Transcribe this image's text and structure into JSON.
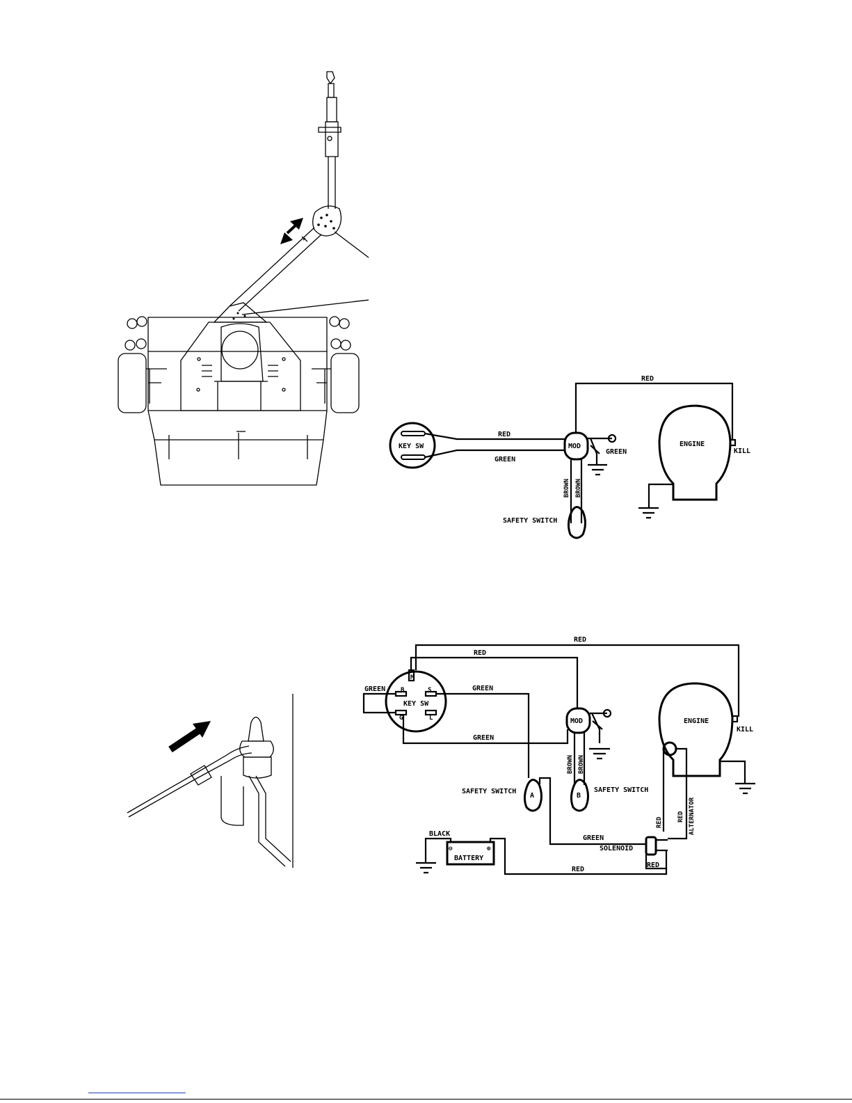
{
  "diagram1": {
    "components": {
      "key_switch": "KEY SW",
      "mod": "MOD",
      "engine": "ENGINE",
      "kill": "KILL",
      "safety_switch": "SAFETY SWITCH"
    },
    "wires": {
      "red_top": "RED",
      "red_key": "RED",
      "green_key": "GREEN",
      "green_mod": "GREEN",
      "brown_1": "BROWN",
      "brown_2": "BROWN"
    }
  },
  "diagram2": {
    "components": {
      "key_switch": "KEY SW",
      "terminal_m": "M",
      "terminal_b": "B",
      "terminal_s": "S",
      "terminal_g": "G",
      "terminal_l": "L",
      "mod": "MOD",
      "engine": "ENGINE",
      "kill": "KILL",
      "safety_switch_a_label": "SAFETY SWITCH",
      "safety_switch_a": "A",
      "safety_switch_b_label": "SAFETY SWITCH",
      "safety_switch_b": "B",
      "battery": "BATTERY",
      "battery_neg": "⊖",
      "battery_pos": "⊕",
      "solenoid": "SOLENOID",
      "alternator": "ALTERNATOR"
    },
    "wires": {
      "red_top": "RED",
      "red_m": "RED",
      "green_b": "GREEN",
      "green_s": "GREEN",
      "green_g": "GREEN",
      "green_solenoid": "GREEN",
      "brown_1": "BROWN",
      "brown_2": "BROWN",
      "black": "BLACK",
      "red_battery": "RED",
      "red_sol_1": "RED",
      "red_sol_2": "RED",
      "red_alt": "RED"
    }
  }
}
